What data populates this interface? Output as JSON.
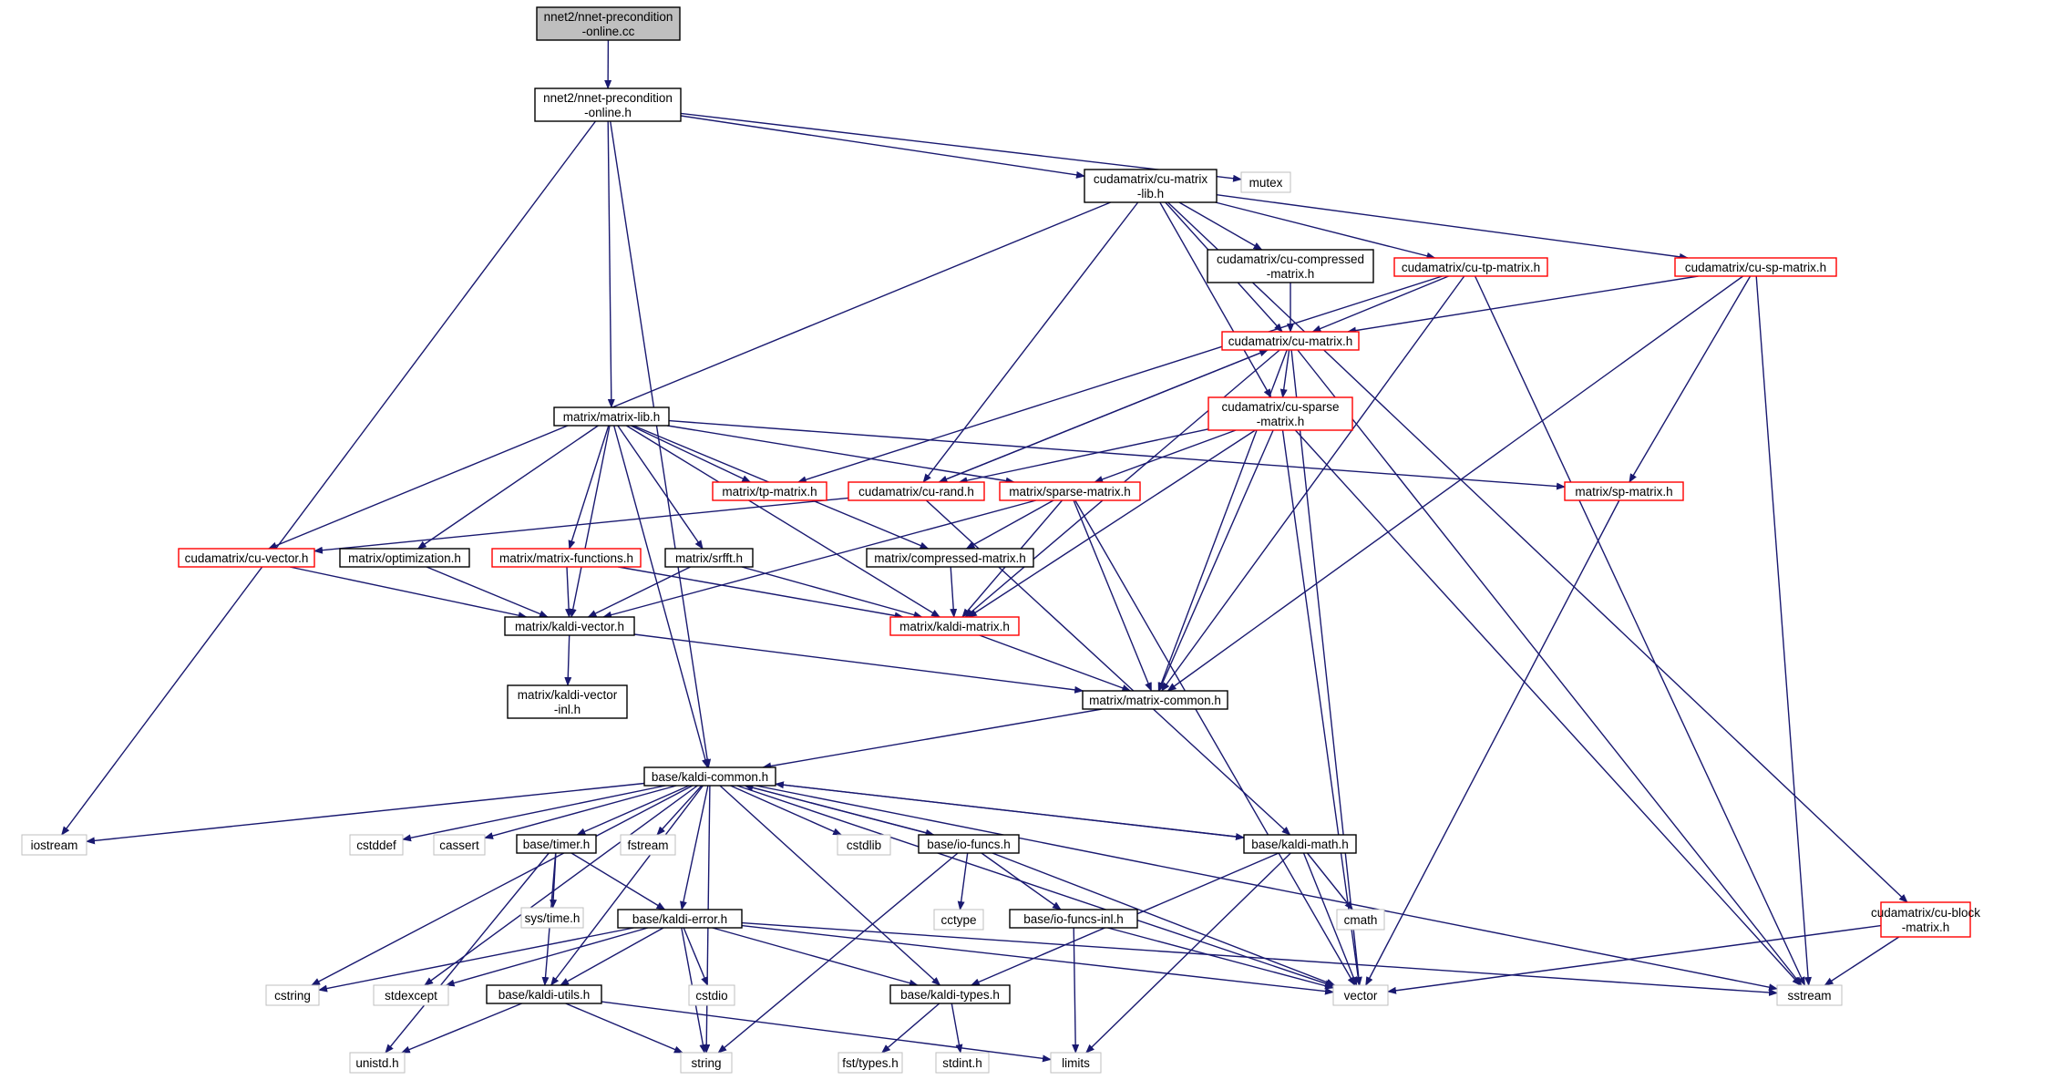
{
  "colors": {
    "edge": "#191970",
    "border_normal": "#000000",
    "border_truncated": "#ff0000",
    "border_system": "#bfbfbf",
    "fill_root": "#bfbfbf",
    "fill_normal": "#ffffff"
  },
  "nodes": [
    {
      "id": "n_root",
      "lines": [
        "nnet2/nnet-precondition",
        "-online.cc"
      ],
      "kind": "root"
    },
    {
      "id": "n_online_h",
      "lines": [
        "nnet2/nnet-precondition",
        "-online.h"
      ],
      "kind": "normal"
    },
    {
      "id": "n_cumatrixlib",
      "lines": [
        "cudamatrix/cu-matrix",
        "-lib.h"
      ],
      "kind": "normal"
    },
    {
      "id": "n_mutex",
      "lines": [
        "mutex"
      ],
      "kind": "system"
    },
    {
      "id": "n_cucompressed",
      "lines": [
        "cudamatrix/cu-compressed",
        "-matrix.h"
      ],
      "kind": "normal"
    },
    {
      "id": "n_cutp",
      "lines": [
        "cudamatrix/cu-tp-matrix.h"
      ],
      "kind": "truncated"
    },
    {
      "id": "n_cusp",
      "lines": [
        "cudamatrix/cu-sp-matrix.h"
      ],
      "kind": "truncated"
    },
    {
      "id": "n_cumatrix",
      "lines": [
        "cudamatrix/cu-matrix.h"
      ],
      "kind": "truncated"
    },
    {
      "id": "n_cusparse",
      "lines": [
        "cudamatrix/cu-sparse",
        "-matrix.h"
      ],
      "kind": "truncated"
    },
    {
      "id": "n_matrixlib",
      "lines": [
        "matrix/matrix-lib.h"
      ],
      "kind": "normal"
    },
    {
      "id": "n_tpmatrix",
      "lines": [
        "matrix/tp-matrix.h"
      ],
      "kind": "truncated"
    },
    {
      "id": "n_curand",
      "lines": [
        "cudamatrix/cu-rand.h"
      ],
      "kind": "truncated"
    },
    {
      "id": "n_sparsematrix",
      "lines": [
        "matrix/sparse-matrix.h"
      ],
      "kind": "truncated"
    },
    {
      "id": "n_spmatrix",
      "lines": [
        "matrix/sp-matrix.h"
      ],
      "kind": "truncated"
    },
    {
      "id": "n_cuvector",
      "lines": [
        "cudamatrix/cu-vector.h"
      ],
      "kind": "truncated"
    },
    {
      "id": "n_optimization",
      "lines": [
        "matrix/optimization.h"
      ],
      "kind": "normal"
    },
    {
      "id": "n_matrixfunctions",
      "lines": [
        "matrix/matrix-functions.h"
      ],
      "kind": "truncated"
    },
    {
      "id": "n_srfft",
      "lines": [
        "matrix/srfft.h"
      ],
      "kind": "normal"
    },
    {
      "id": "n_compressedmatrix",
      "lines": [
        "matrix/compressed-matrix.h"
      ],
      "kind": "normal"
    },
    {
      "id": "n_kaldivector",
      "lines": [
        "matrix/kaldi-vector.h"
      ],
      "kind": "normal"
    },
    {
      "id": "n_kaldimatrix",
      "lines": [
        "matrix/kaldi-matrix.h"
      ],
      "kind": "truncated"
    },
    {
      "id": "n_kaldivectorinl",
      "lines": [
        "matrix/kaldi-vector",
        "-inl.h"
      ],
      "kind": "normal"
    },
    {
      "id": "n_matrixcommon",
      "lines": [
        "matrix/matrix-common.h"
      ],
      "kind": "normal"
    },
    {
      "id": "n_kaldicommon",
      "lines": [
        "base/kaldi-common.h"
      ],
      "kind": "normal"
    },
    {
      "id": "n_iostream",
      "lines": [
        "iostream"
      ],
      "kind": "system"
    },
    {
      "id": "n_cstddef",
      "lines": [
        "cstddef"
      ],
      "kind": "system"
    },
    {
      "id": "n_cassert",
      "lines": [
        "cassert"
      ],
      "kind": "system"
    },
    {
      "id": "n_timer",
      "lines": [
        "base/timer.h"
      ],
      "kind": "normal"
    },
    {
      "id": "n_fstream",
      "lines": [
        "fstream"
      ],
      "kind": "system"
    },
    {
      "id": "n_cstdlib",
      "lines": [
        "cstdlib"
      ],
      "kind": "system"
    },
    {
      "id": "n_iofuncs",
      "lines": [
        "base/io-funcs.h"
      ],
      "kind": "normal"
    },
    {
      "id": "n_kaldimath",
      "lines": [
        "base/kaldi-math.h"
      ],
      "kind": "normal"
    },
    {
      "id": "n_systime",
      "lines": [
        "sys/time.h"
      ],
      "kind": "system"
    },
    {
      "id": "n_cctype",
      "lines": [
        "cctype"
      ],
      "kind": "system"
    },
    {
      "id": "n_cmath",
      "lines": [
        "cmath"
      ],
      "kind": "system"
    },
    {
      "id": "n_kaldierror",
      "lines": [
        "base/kaldi-error.h"
      ],
      "kind": "normal"
    },
    {
      "id": "n_iofuncsinl",
      "lines": [
        "base/io-funcs-inl.h"
      ],
      "kind": "normal"
    },
    {
      "id": "n_cublock",
      "lines": [
        "cudamatrix/cu-block",
        "-matrix.h"
      ],
      "kind": "truncated"
    },
    {
      "id": "n_cstring",
      "lines": [
        "cstring"
      ],
      "kind": "system"
    },
    {
      "id": "n_stdexcept",
      "lines": [
        "stdexcept"
      ],
      "kind": "system"
    },
    {
      "id": "n_kaldiutils",
      "lines": [
        "base/kaldi-utils.h"
      ],
      "kind": "normal"
    },
    {
      "id": "n_cstdio",
      "lines": [
        "cstdio"
      ],
      "kind": "system"
    },
    {
      "id": "n_kalditypes",
      "lines": [
        "base/kaldi-types.h"
      ],
      "kind": "normal"
    },
    {
      "id": "n_vector",
      "lines": [
        "vector"
      ],
      "kind": "system"
    },
    {
      "id": "n_sstream",
      "lines": [
        "sstream"
      ],
      "kind": "system"
    },
    {
      "id": "n_unistd",
      "lines": [
        "unistd.h"
      ],
      "kind": "system"
    },
    {
      "id": "n_string",
      "lines": [
        "string"
      ],
      "kind": "system"
    },
    {
      "id": "n_fsttypes",
      "lines": [
        "fst/types.h"
      ],
      "kind": "system"
    },
    {
      "id": "n_stdint",
      "lines": [
        "stdint.h"
      ],
      "kind": "system"
    },
    {
      "id": "n_limits",
      "lines": [
        "limits"
      ],
      "kind": "system"
    }
  ],
  "edges": [
    [
      "n_root",
      "n_online_h"
    ],
    [
      "n_online_h",
      "n_iostream"
    ],
    [
      "n_online_h",
      "n_kaldicommon"
    ],
    [
      "n_online_h",
      "n_matrixlib"
    ],
    [
      "n_online_h",
      "n_cumatrixlib"
    ],
    [
      "n_online_h",
      "n_mutex"
    ],
    [
      "n_cumatrixlib",
      "n_cuvector"
    ],
    [
      "n_cumatrixlib",
      "n_curand"
    ],
    [
      "n_cumatrixlib",
      "n_cusparse"
    ],
    [
      "n_cumatrixlib",
      "n_cumatrix"
    ],
    [
      "n_cumatrixlib",
      "n_cucompressed"
    ],
    [
      "n_cumatrixlib",
      "n_cutp"
    ],
    [
      "n_cumatrixlib",
      "n_cusp"
    ],
    [
      "n_cumatrixlib",
      "n_cublock"
    ],
    [
      "n_cucompressed",
      "n_cumatrix"
    ],
    [
      "n_cutp",
      "n_cumatrix"
    ],
    [
      "n_cutp",
      "n_tpmatrix"
    ],
    [
      "n_cutp",
      "n_matrixcommon"
    ],
    [
      "n_cutp",
      "n_sstream"
    ],
    [
      "n_cusp",
      "n_cumatrix"
    ],
    [
      "n_cusp",
      "n_spmatrix"
    ],
    [
      "n_cusp",
      "n_matrixcommon"
    ],
    [
      "n_cusp",
      "n_sstream"
    ],
    [
      "n_cumatrix",
      "n_cusparse"
    ],
    [
      "n_cumatrix",
      "n_curand"
    ],
    [
      "n_cumatrix",
      "n_kaldimatrix"
    ],
    [
      "n_cumatrix",
      "n_matrixcommon"
    ],
    [
      "n_cumatrix",
      "n_vector"
    ],
    [
      "n_cumatrix",
      "n_sstream"
    ],
    [
      "n_cusparse",
      "n_curand"
    ],
    [
      "n_cusparse",
      "n_sparsematrix"
    ],
    [
      "n_cusparse",
      "n_kaldimatrix"
    ],
    [
      "n_cusparse",
      "n_matrixcommon"
    ],
    [
      "n_cusparse",
      "n_vector"
    ],
    [
      "n_cusparse",
      "n_sstream"
    ],
    [
      "n_curand",
      "n_cumatrix"
    ],
    [
      "n_curand",
      "n_cuvector"
    ],
    [
      "n_curand",
      "n_kaldimath"
    ],
    [
      "n_matrixlib",
      "n_kaldicommon"
    ],
    [
      "n_matrixlib",
      "n_kaldivector"
    ],
    [
      "n_matrixlib",
      "n_optimization"
    ],
    [
      "n_matrixlib",
      "n_matrixfunctions"
    ],
    [
      "n_matrixlib",
      "n_srfft"
    ],
    [
      "n_matrixlib",
      "n_kaldimatrix"
    ],
    [
      "n_matrixlib",
      "n_compressedmatrix"
    ],
    [
      "n_matrixlib",
      "n_tpmatrix"
    ],
    [
      "n_matrixlib",
      "n_sparsematrix"
    ],
    [
      "n_matrixlib",
      "n_spmatrix"
    ],
    [
      "n_sparsematrix",
      "n_kaldivector"
    ],
    [
      "n_sparsematrix",
      "n_compressedmatrix"
    ],
    [
      "n_sparsematrix",
      "n_kaldimatrix"
    ],
    [
      "n_sparsematrix",
      "n_matrixcommon"
    ],
    [
      "n_sparsematrix",
      "n_vector"
    ],
    [
      "n_spmatrix",
      "n_vector"
    ],
    [
      "n_cuvector",
      "n_kaldivector"
    ],
    [
      "n_optimization",
      "n_kaldivector"
    ],
    [
      "n_matrixfunctions",
      "n_kaldivector"
    ],
    [
      "n_matrixfunctions",
      "n_kaldimatrix"
    ],
    [
      "n_srfft",
      "n_kaldivector"
    ],
    [
      "n_srfft",
      "n_kaldimatrix"
    ],
    [
      "n_compressedmatrix",
      "n_kaldimatrix"
    ],
    [
      "n_kaldivector",
      "n_kaldivectorinl"
    ],
    [
      "n_kaldivector",
      "n_matrixcommon"
    ],
    [
      "n_kaldimatrix",
      "n_matrixcommon"
    ],
    [
      "n_matrixcommon",
      "n_kaldicommon"
    ],
    [
      "n_kaldicommon",
      "n_iostream"
    ],
    [
      "n_kaldicommon",
      "n_cstddef"
    ],
    [
      "n_kaldicommon",
      "n_cassert"
    ],
    [
      "n_kaldicommon",
      "n_timer"
    ],
    [
      "n_kaldicommon",
      "n_fstream"
    ],
    [
      "n_kaldicommon",
      "n_cstdlib"
    ],
    [
      "n_kaldicommon",
      "n_iofuncs"
    ],
    [
      "n_kaldicommon",
      "n_kaldimath"
    ],
    [
      "n_kaldicommon",
      "n_kaldierror"
    ],
    [
      "n_kaldicommon",
      "n_cstring"
    ],
    [
      "n_kaldicommon",
      "n_stdexcept"
    ],
    [
      "n_kaldicommon",
      "n_kaldiutils"
    ],
    [
      "n_kaldicommon",
      "n_string"
    ],
    [
      "n_kaldicommon",
      "n_kalditypes"
    ],
    [
      "n_kaldicommon",
      "n_vector"
    ],
    [
      "n_kaldicommon",
      "n_sstream"
    ],
    [
      "n_iofuncs",
      "n_kaldicommon"
    ],
    [
      "n_iofuncs",
      "n_cctype"
    ],
    [
      "n_iofuncs",
      "n_iofuncsinl"
    ],
    [
      "n_iofuncs",
      "n_string"
    ],
    [
      "n_iofuncs",
      "n_vector"
    ],
    [
      "n_kaldimath",
      "n_kaldicommon"
    ],
    [
      "n_kaldimath",
      "n_cmath"
    ],
    [
      "n_kaldimath",
      "n_kalditypes"
    ],
    [
      "n_kaldimath",
      "n_vector"
    ],
    [
      "n_kaldimath",
      "n_limits"
    ],
    [
      "n_timer",
      "n_systime"
    ],
    [
      "n_timer",
      "n_kaldierror"
    ],
    [
      "n_timer",
      "n_kaldiutils"
    ],
    [
      "n_timer",
      "n_unistd"
    ],
    [
      "n_kaldierror",
      "n_cstring"
    ],
    [
      "n_kaldierror",
      "n_stdexcept"
    ],
    [
      "n_kaldierror",
      "n_kaldiutils"
    ],
    [
      "n_kaldierror",
      "n_cstdio"
    ],
    [
      "n_kaldierror",
      "n_string"
    ],
    [
      "n_kaldierror",
      "n_kalditypes"
    ],
    [
      "n_kaldierror",
      "n_vector"
    ],
    [
      "n_kaldierror",
      "n_sstream"
    ],
    [
      "n_iofuncsinl",
      "n_vector"
    ],
    [
      "n_iofuncsinl",
      "n_limits"
    ],
    [
      "n_cublock",
      "n_vector"
    ],
    [
      "n_cublock",
      "n_sstream"
    ],
    [
      "n_kaldiutils",
      "n_unistd"
    ],
    [
      "n_kaldiutils",
      "n_string"
    ],
    [
      "n_kaldiutils",
      "n_limits"
    ],
    [
      "n_kalditypes",
      "n_fsttypes"
    ],
    [
      "n_kalditypes",
      "n_stdint"
    ]
  ]
}
